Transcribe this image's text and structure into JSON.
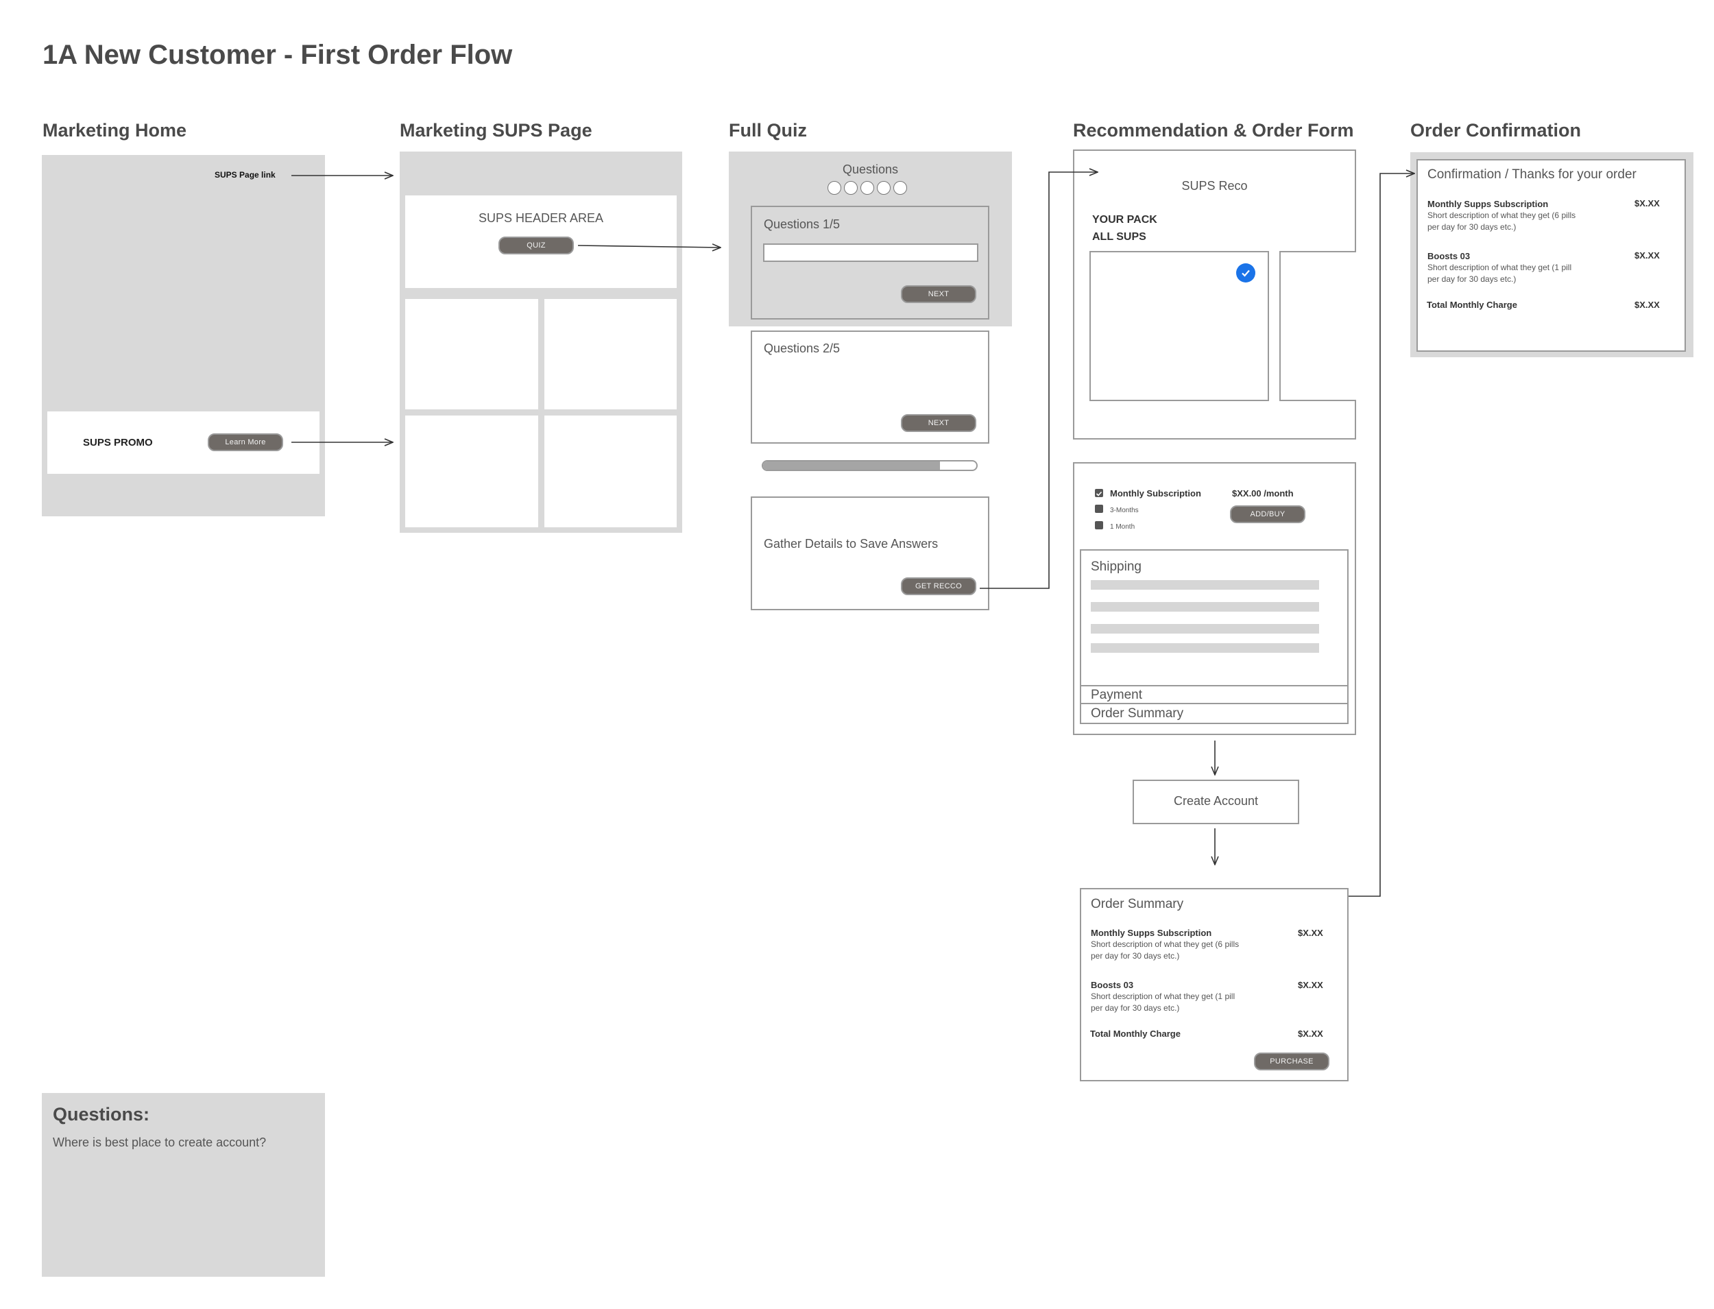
{
  "page_title": "1A New Customer - First Order Flow",
  "columns": {
    "marketing_home": "Marketing Home",
    "marketing_sups": "Marketing SUPS Page",
    "full_quiz": "Full Quiz",
    "recommendation": "Recommendation & Order Form",
    "confirmation": "Order Confirmation"
  },
  "marketing_home": {
    "sups_page_link": "SUPS Page link",
    "promo_label": "SUPS PROMO",
    "learn_more": "Learn More"
  },
  "marketing_sups": {
    "header_area": "SUPS HEADER AREA",
    "quiz_button": "QUIZ"
  },
  "quiz": {
    "questions_label": "Questions",
    "q1_label": "Questions 1/5",
    "q2_label": "Questions  2/5",
    "next": "NEXT",
    "gather_details": "Gather Details to Save Answers",
    "get_recco": "GET RECCO"
  },
  "reco": {
    "title": "SUPS Reco",
    "your_pack": "YOUR PACK",
    "all_sups": "ALL SUPS",
    "monthly_subscription": "Monthly Subscription",
    "three_months": "3-Months",
    "one_month": "1 Month",
    "price": "$XX.00 /month",
    "add_buy": "ADD/BUY",
    "shipping": "Shipping",
    "payment": "Payment",
    "order_summary": "Order Summary",
    "create_account": "Create Account"
  },
  "order_summary": {
    "title": "Order Summary",
    "item1_name": "Monthly Supps Subscription",
    "item1_desc_1": "Short description of what they get (6 pills",
    "item1_desc_2": "per day for 30 days etc.)",
    "item1_price": "$X.XX",
    "item2_name": "Boosts 03",
    "item2_desc_1": "Short description of what they get (1 pill",
    "item2_desc_2": "per day for 30 days etc.)",
    "item2_price": "$X.XX",
    "total_label": "Total Monthly Charge",
    "total_price": "$X.XX",
    "purchase": "PURCHASE"
  },
  "confirmation": {
    "title": "Confirmation / Thanks for your order",
    "item1_name": "Monthly Supps Subscription",
    "item1_desc_1": "Short description of what they get (6 pills",
    "item1_desc_2": "per day for 30 days etc.)",
    "item1_price": "$X.XX",
    "item2_name": "Boosts 03",
    "item2_desc_1": "Short description of what they get (1 pill",
    "item2_desc_2": "per day for 30 days etc.)",
    "item2_price": "$X.XX",
    "total_label": "Total Monthly Charge",
    "total_price": "$X.XX"
  },
  "notes": {
    "heading": "Questions:",
    "text": "Where is best place to create account?"
  },
  "colors": {
    "panel_gray": "#d9d9d9",
    "button_dark": "#6f6a66",
    "check_blue": "#1a73e8"
  }
}
